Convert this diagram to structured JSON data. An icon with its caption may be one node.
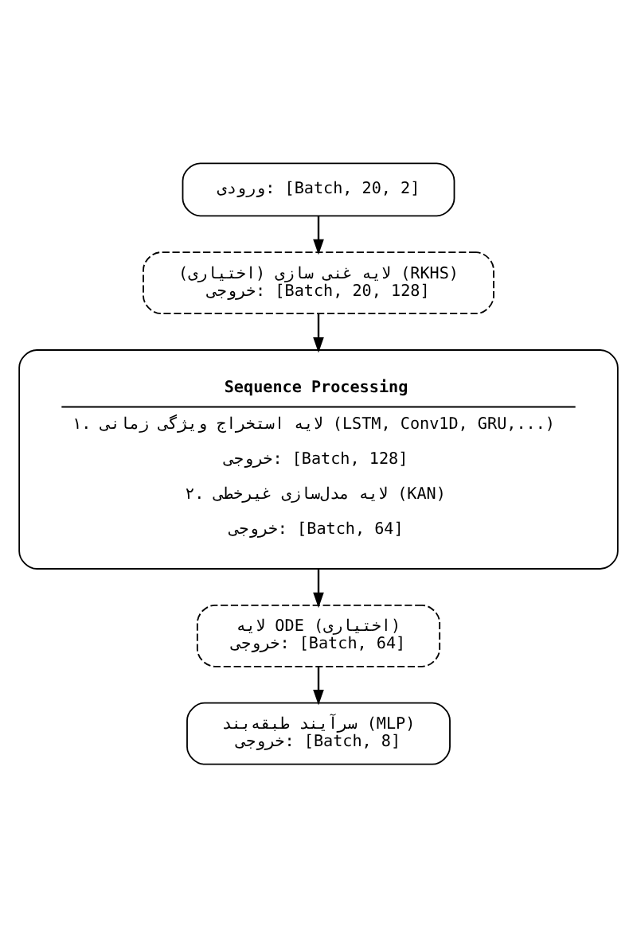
{
  "diagram": {
    "nodes": [
      {
        "text": [
          "ورودی: [Batch, 20, 2]"
        ]
      },
      {
        "text": [
          "لایه غنی سازی (اختیاری) (RKHS)",
          "خروجی: [Batch, 20, 128]"
        ]
      },
      {
        "text": [
          "Sequence Processing",
          "۱. لایه استخراج ویژگی زمانی (LSTM, Conv1D, GRU,...)",
          "خروجی: [Batch, 128]",
          "۲. لایه مدل‌سازی غیرخطی (KAN)",
          "خروجی: [Batch, 64]"
        ]
      },
      {
        "text": [
          "لایه ODE (اختیاری)",
          "خروجی: [Batch, 64]"
        ]
      },
      {
        "text": [
          "سرآیند طبقه‌بند (MLP)",
          "خروجی: [Batch, 8]"
        ]
      }
    ],
    "edges": [
      {
        "from": 0,
        "to": 1,
        "arrow": "to"
      },
      {
        "from": 1,
        "to": 2,
        "arrow": "to"
      },
      {
        "from": 2,
        "to": 3,
        "arrow": "to"
      },
      {
        "from": 3,
        "to": 4,
        "arrow": "to"
      }
    ]
  }
}
